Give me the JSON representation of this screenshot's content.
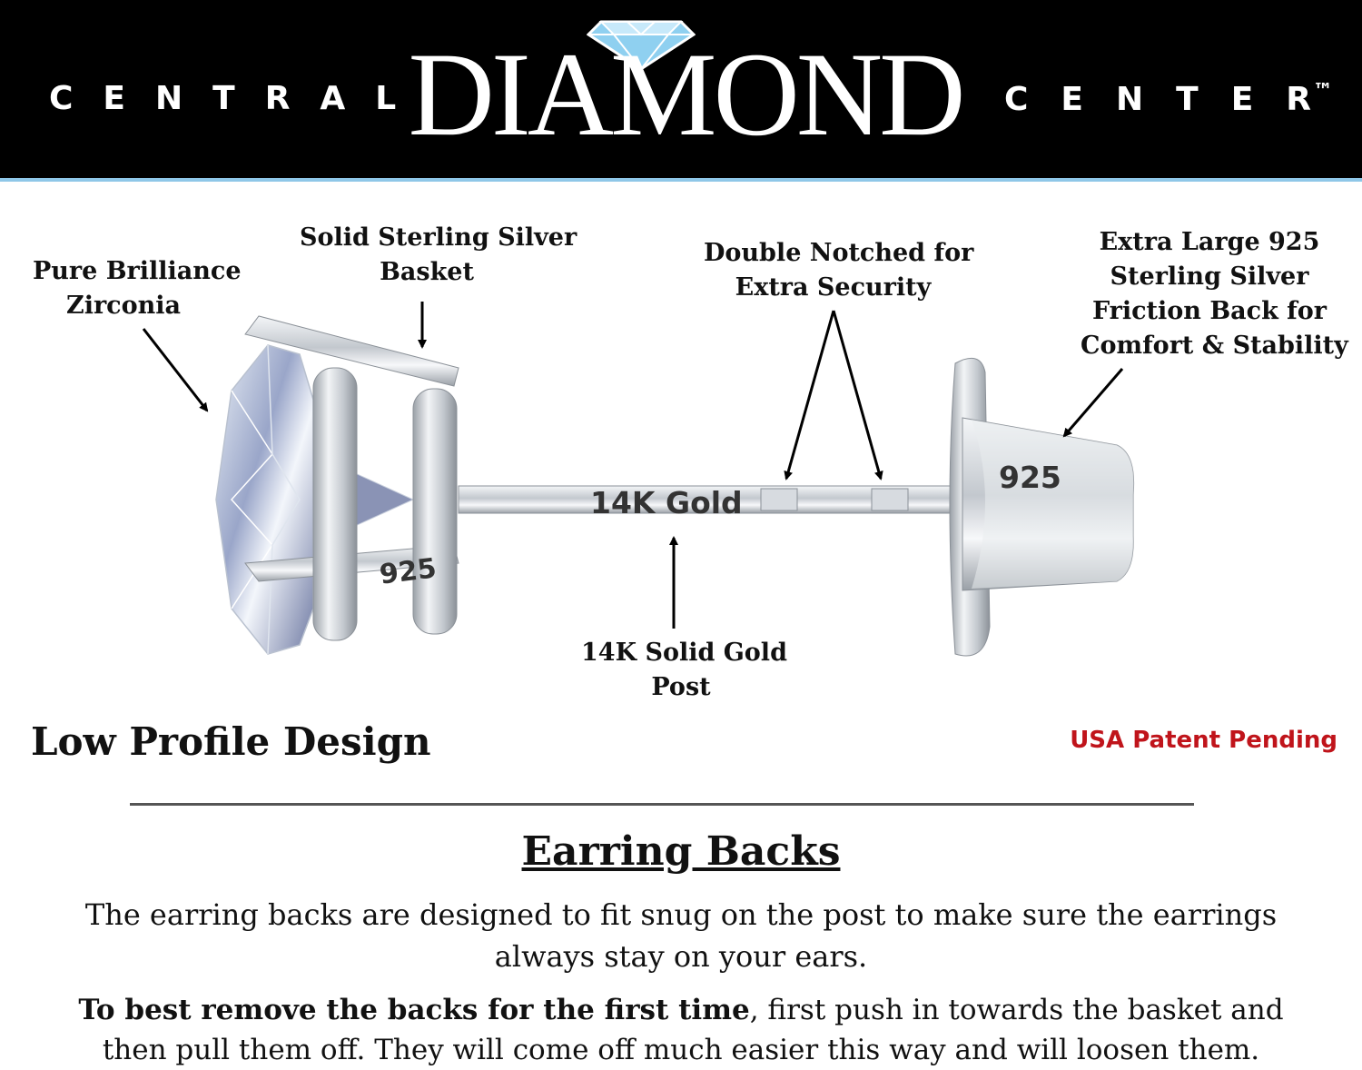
{
  "header": {
    "left_word": "CENTRAL",
    "main_word": "DIAMOND",
    "right_word": "CENTER",
    "trademark": "™",
    "colors": {
      "background": "#000000",
      "text": "#ffffff",
      "accent": "#8fc7e8"
    }
  },
  "callouts": {
    "zirconia": [
      "Pure Brilliance",
      "Zirconia"
    ],
    "basket": [
      "Solid Sterling Silver",
      "Basket"
    ],
    "notched": [
      "Double Notched for",
      "Extra Security"
    ],
    "friction_back": [
      "Extra Large 925",
      "Sterling Silver",
      "Friction Back for",
      "Comfort & Stability"
    ],
    "post": [
      "14K Solid Gold",
      "Post"
    ]
  },
  "engravings": {
    "post": "14K Gold",
    "basket": "925",
    "back": "925"
  },
  "low_profile": "Low Profile Design",
  "patent": "USA Patent Pending",
  "section": {
    "title": "Earring Backs",
    "paragraph1": "The earring backs are designed to fit snug on the post to make sure the earrings always stay on your ears.",
    "paragraph2_bold": "To best remove the backs for the first time",
    "paragraph2_rest": ", first push in towards the basket and then pull them off. They will come off much easier this way and will loosen them."
  },
  "colors": {
    "patent": "#c0141b",
    "metal": "#c9cdd3",
    "rule": "#555555"
  }
}
